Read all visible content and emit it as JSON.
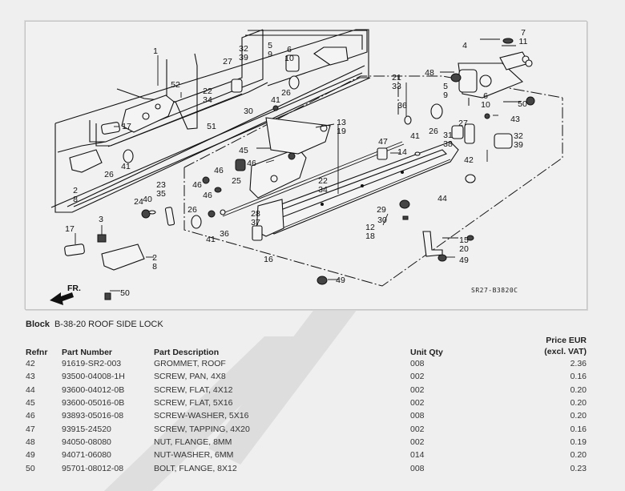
{
  "diagram": {
    "code": "SR27-B3820C",
    "front_arrow_label": "FR.",
    "callouts": [
      {
        "id": "1",
        "text": "1"
      },
      {
        "id": "52",
        "text": "52"
      },
      {
        "id": "22-34-a",
        "text": "22\n34"
      },
      {
        "id": "51",
        "text": "51"
      },
      {
        "id": "17-a",
        "text": "17"
      },
      {
        "id": "26-a",
        "text": "26"
      },
      {
        "id": "41-a",
        "text": "41"
      },
      {
        "id": "2-8-a",
        "text": "2\n8"
      },
      {
        "id": "27-a",
        "text": "27"
      },
      {
        "id": "32-39-a",
        "text": "32\n39"
      },
      {
        "id": "5-9-a",
        "text": "5\n9"
      },
      {
        "id": "6-10-a",
        "text": "6\n10"
      },
      {
        "id": "26-b",
        "text": "26"
      },
      {
        "id": "41-b",
        "text": "41"
      },
      {
        "id": "30-a",
        "text": "30"
      },
      {
        "id": "4",
        "text": "4"
      },
      {
        "id": "7-11",
        "text": "7\n11"
      },
      {
        "id": "48-a",
        "text": "48"
      },
      {
        "id": "5-9-b",
        "text": "5\n9"
      },
      {
        "id": "6-10-b",
        "text": "6\n10"
      },
      {
        "id": "50-a",
        "text": "50"
      },
      {
        "id": "43",
        "text": "43"
      },
      {
        "id": "21-33",
        "text": "21\n33"
      },
      {
        "id": "36-a",
        "text": "36"
      },
      {
        "id": "41-c",
        "text": "41"
      },
      {
        "id": "26-c",
        "text": "26"
      },
      {
        "id": "27-b",
        "text": "27"
      },
      {
        "id": "31-38",
        "text": "31\n38"
      },
      {
        "id": "32-39-b",
        "text": "32\n39"
      },
      {
        "id": "13-19",
        "text": "13\n19"
      },
      {
        "id": "45",
        "text": "45"
      },
      {
        "id": "46-a",
        "text": "46"
      },
      {
        "id": "47",
        "text": "47"
      },
      {
        "id": "14",
        "text": "14"
      },
      {
        "id": "42",
        "text": "42"
      },
      {
        "id": "44",
        "text": "44"
      },
      {
        "id": "46-b",
        "text": "46"
      },
      {
        "id": "25",
        "text": "25"
      },
      {
        "id": "22-34-b",
        "text": "22\n34"
      },
      {
        "id": "23-35",
        "text": "23\n35"
      },
      {
        "id": "24",
        "text": "24"
      },
      {
        "id": "40",
        "text": "40"
      },
      {
        "id": "46-c",
        "text": "46"
      },
      {
        "id": "46-d",
        "text": "46"
      },
      {
        "id": "26-d",
        "text": "26"
      },
      {
        "id": "41-d",
        "text": "41"
      },
      {
        "id": "36-b",
        "text": "36"
      },
      {
        "id": "28-37",
        "text": "28\n37"
      },
      {
        "id": "16",
        "text": "16"
      },
      {
        "id": "12-18",
        "text": "12\n18"
      },
      {
        "id": "29",
        "text": "29"
      },
      {
        "id": "30-b",
        "text": "30"
      },
      {
        "id": "15-20",
        "text": "15\n20"
      },
      {
        "id": "49-a",
        "text": "49"
      },
      {
        "id": "49-b",
        "text": "49"
      },
      {
        "id": "3",
        "text": "3"
      },
      {
        "id": "17-b",
        "text": "17"
      },
      {
        "id": "2-8-b",
        "text": "2\n8"
      },
      {
        "id": "50-b",
        "text": "50"
      }
    ]
  },
  "block": {
    "label": "Block",
    "value": "B-38-20 ROOF SIDE LOCK"
  },
  "table": {
    "headers": {
      "refnr": "Refnr",
      "part_number": "Part Number",
      "description": "Part Description",
      "unit_qty": "Unit Qty",
      "price_line1": "Price EUR",
      "price_line2": "(excl. VAT)"
    },
    "rows": [
      {
        "refnr": "42",
        "part_number": "91619-SR2-003",
        "description": "GROMMET, ROOF",
        "unit_qty": "008",
        "price": "2.36"
      },
      {
        "refnr": "43",
        "part_number": "93500-04008-1H",
        "description": "SCREW, PAN, 4X8",
        "unit_qty": "002",
        "price": "0.16"
      },
      {
        "refnr": "44",
        "part_number": "93600-04012-0B",
        "description": "SCREW, FLAT, 4X12",
        "unit_qty": "002",
        "price": "0.20"
      },
      {
        "refnr": "45",
        "part_number": "93600-05016-0B",
        "description": "SCREW, FLAT, 5X16",
        "unit_qty": "002",
        "price": "0.20"
      },
      {
        "refnr": "46",
        "part_number": "93893-05016-08",
        "description": "SCREW-WASHER, 5X16",
        "unit_qty": "008",
        "price": "0.20"
      },
      {
        "refnr": "47",
        "part_number": "93915-24520",
        "description": "SCREW, TAPPING, 4X20",
        "unit_qty": "002",
        "price": "0.16"
      },
      {
        "refnr": "48",
        "part_number": "94050-08080",
        "description": "NUT, FLANGE, 8MM",
        "unit_qty": "002",
        "price": "0.19"
      },
      {
        "refnr": "49",
        "part_number": "94071-06080",
        "description": "NUT-WASHER, 6MM",
        "unit_qty": "014",
        "price": "0.20"
      },
      {
        "refnr": "50",
        "part_number": "95701-08012-08",
        "description": "BOLT, FLANGE, 8X12",
        "unit_qty": "008",
        "price": "0.23"
      }
    ]
  }
}
